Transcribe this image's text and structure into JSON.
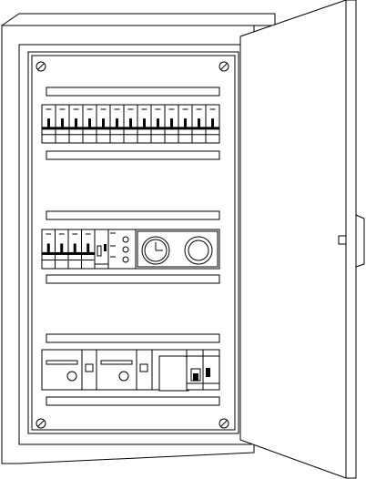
{
  "diagram": {
    "subject": "distribution-board-cabinet",
    "door": "open-right",
    "rows": [
      {
        "name": "row-1",
        "breaker_count": 13
      },
      {
        "name": "row-2",
        "breaker_count": 4,
        "extra": [
          "switch",
          "indicator-lamps",
          "time-switch",
          "round-gauge"
        ]
      },
      {
        "name": "row-3",
        "modules": [
          "meter-1",
          "meter-2",
          "contactor",
          "relay"
        ]
      }
    ],
    "colors": {
      "line": "#000000",
      "fill": "#ffffff"
    }
  }
}
